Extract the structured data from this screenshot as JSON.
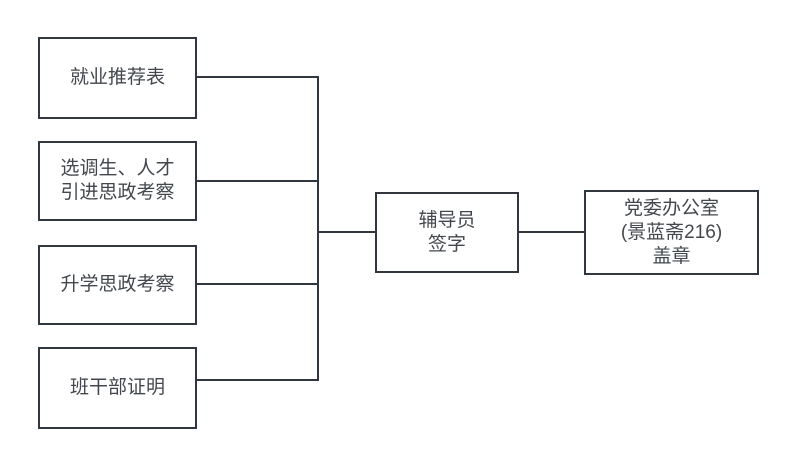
{
  "diagram": {
    "type": "flowchart",
    "background_color": "#ffffff",
    "line_color": "#30373e",
    "text_color": "#43484e",
    "nodes": [
      {
        "id": "employment-recommendation-form",
        "label": "就业推荐表"
      },
      {
        "id": "xuandiaosheng-talent-ideological-review",
        "label": "选调生、人才\n引进思政考察"
      },
      {
        "id": "further-study-ideological-review",
        "label": "升学思政考察"
      },
      {
        "id": "class-cadre-certificate",
        "label": "班干部证明"
      },
      {
        "id": "counselor-signature",
        "label": "辅导员\n签字"
      },
      {
        "id": "party-committee-office-seal",
        "label": "党委办公室\n(景蓝斋216)\n盖章"
      }
    ],
    "edges": [
      {
        "from": "employment-recommendation-form",
        "to": "counselor-signature"
      },
      {
        "from": "xuandiaosheng-talent-ideological-review",
        "to": "counselor-signature"
      },
      {
        "from": "further-study-ideological-review",
        "to": "counselor-signature"
      },
      {
        "from": "class-cadre-certificate",
        "to": "counselor-signature"
      },
      {
        "from": "counselor-signature",
        "to": "party-committee-office-seal"
      }
    ]
  }
}
